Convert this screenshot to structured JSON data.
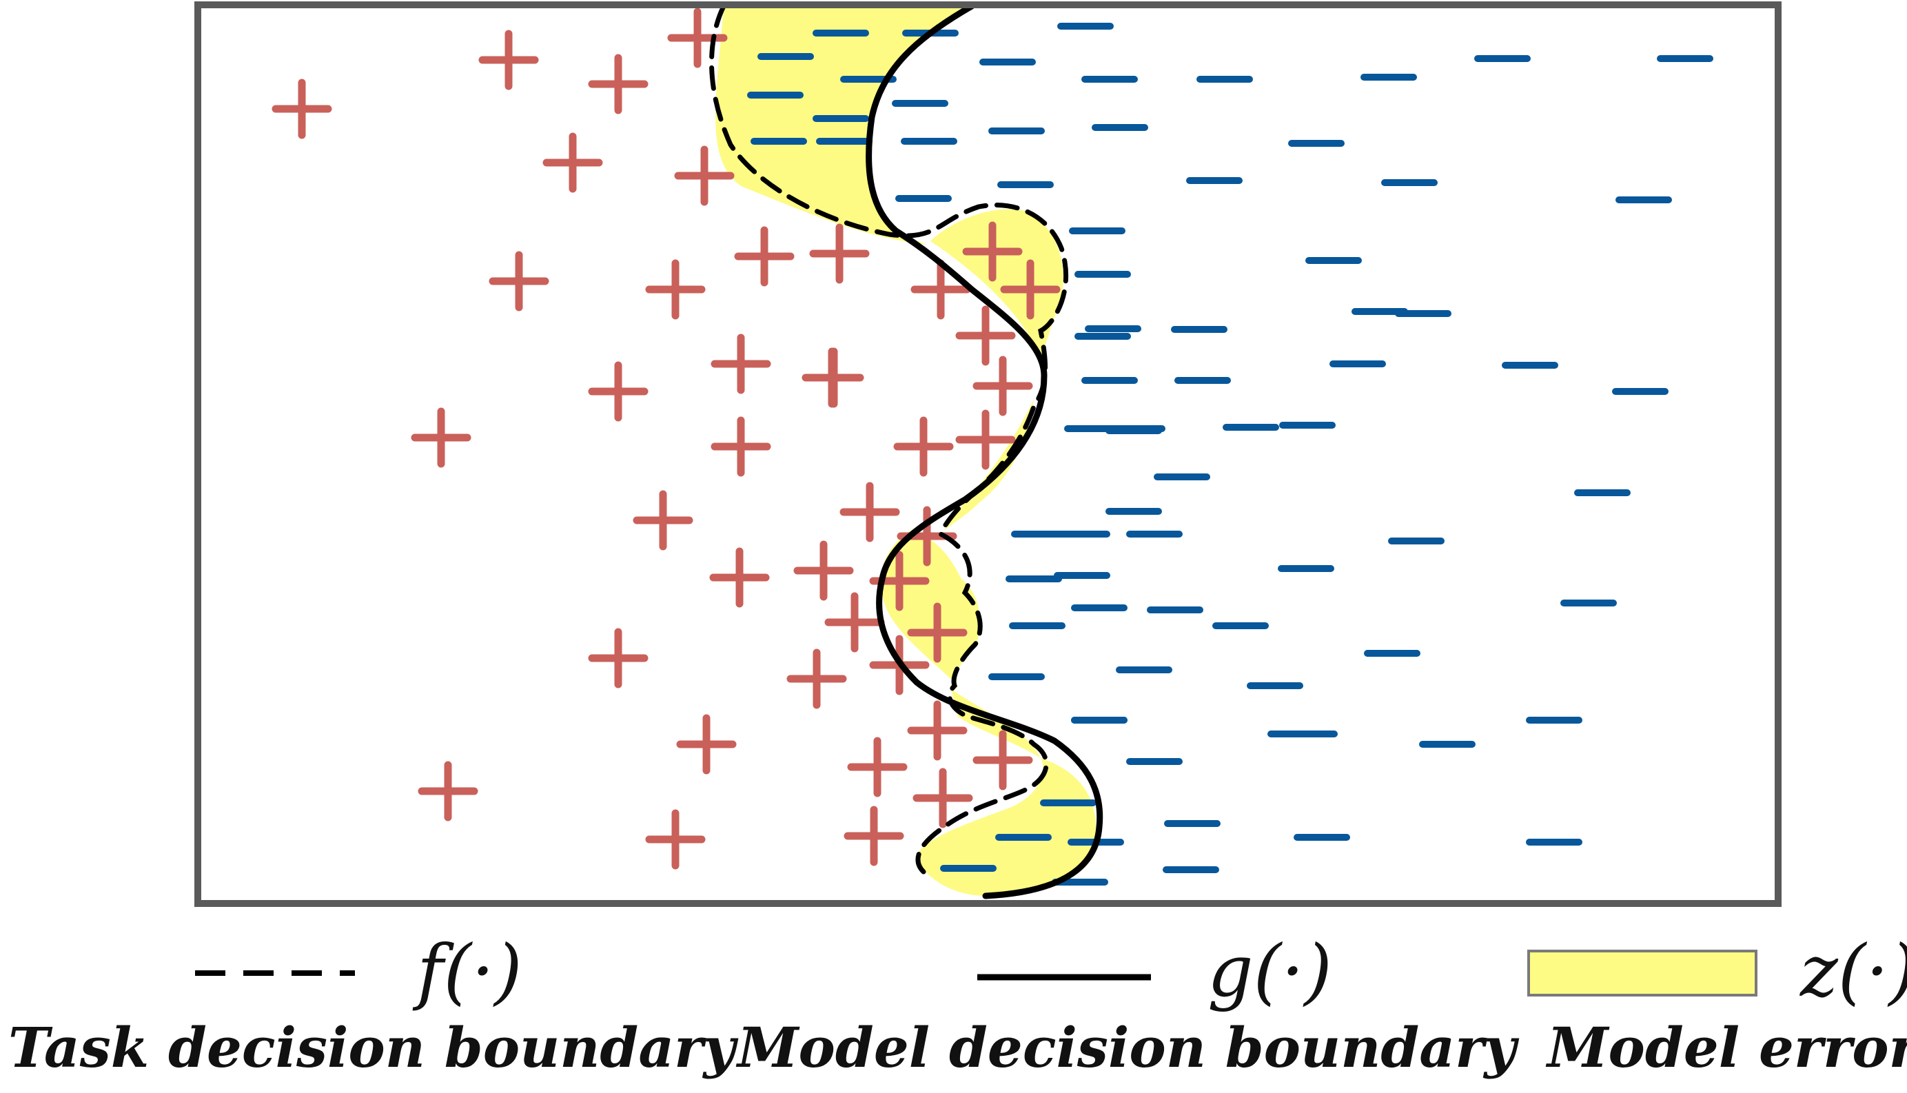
{
  "legend": {
    "task": {
      "symbol": "f(·)",
      "caption": "Task decision boundary"
    },
    "model": {
      "symbol": "g(·)",
      "caption": "Model decision boundary"
    },
    "error": {
      "symbol": "z(·)",
      "caption": "Model error"
    }
  },
  "colors": {
    "positive": "#c9605a",
    "negative": "#08579a",
    "error_fill": "#fdfb84",
    "frame": "#5a5a5a",
    "boundary": "#000000"
  },
  "samples": {
    "positive_marker": "+",
    "negative_marker": "−"
  }
}
